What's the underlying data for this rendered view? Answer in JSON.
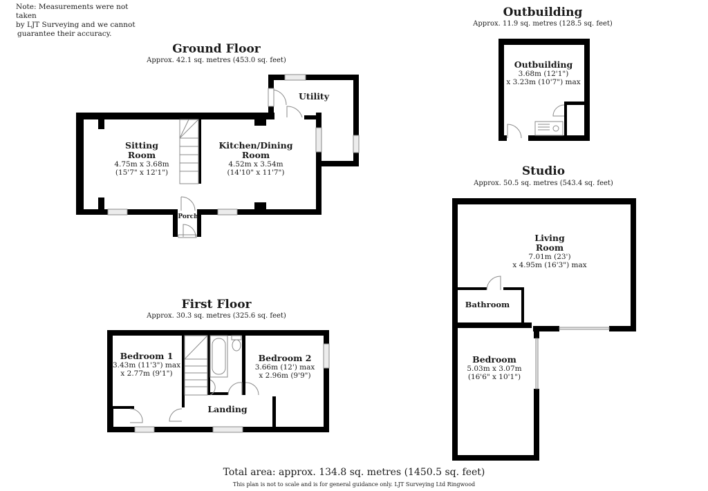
{
  "note": {
    "lines": [
      "Note: Measurements were not taken",
      "by LJT Surveying and we cannot",
      "guarantee their accuracy."
    ]
  },
  "ground_floor": {
    "title": "Ground Floor",
    "area": "Approx. 42.1 sq. metres (453.0 sq. feet)",
    "rooms": [
      {
        "name_lines": [
          "Sitting",
          "Room"
        ],
        "dims": [
          "4.75m x 3.68m",
          "(15'7\" x 12'1\")"
        ]
      },
      {
        "name_lines": [
          "Kitchen/Dining",
          "Room"
        ],
        "dims": [
          "4.52m x 3.54m",
          "(14'10\" x 11'7\")"
        ]
      },
      {
        "name_lines": [
          "Utility"
        ],
        "dims": []
      },
      {
        "name_lines": [
          "Porch"
        ],
        "dims": []
      }
    ]
  },
  "first_floor": {
    "title": "First Floor",
    "area": "Approx. 30.3 sq. metres (325.6 sq. feet)",
    "rooms": [
      {
        "name_lines": [
          "Bedroom 1"
        ],
        "dims": [
          "3.43m (11'3\") max",
          "x 2.77m (9'1\")"
        ]
      },
      {
        "name_lines": [
          "Bedroom 2"
        ],
        "dims": [
          "3.66m (12') max",
          "x 2.96m (9'9\")"
        ]
      },
      {
        "name_lines": [
          "Landing"
        ],
        "dims": []
      }
    ]
  },
  "outbuilding": {
    "title": "Outbuilding",
    "area": "Approx. 11.9 sq. metres (128.5 sq. feet)",
    "rooms": [
      {
        "name_lines": [
          "Outbuilding"
        ],
        "dims": [
          "3.68m (12'1\")",
          "x 3.23m (10'7\") max"
        ]
      }
    ]
  },
  "studio": {
    "title": "Studio",
    "area": "Approx. 50.5 sq. metres (543.4 sq. feet)",
    "rooms": [
      {
        "name_lines": [
          "Living",
          "Room"
        ],
        "dims": [
          "7.01m (23')",
          "x 4.95m (16'3\") max"
        ]
      },
      {
        "name_lines": [
          "Bathroom"
        ],
        "dims": []
      },
      {
        "name_lines": [
          "Bedroom"
        ],
        "dims": [
          "5.03m x 3.07m",
          "(16'6\" x 10'1\")"
        ]
      }
    ]
  },
  "footer": {
    "total": "Total area: approx. 134.8 sq. metres (1450.5 sq. feet)",
    "disclaimer": "This plan is not to scale and is for general guidance only. LJT Surveying Ltd Ringwood"
  },
  "colors": {
    "wall": "#000000",
    "background": "#ffffff",
    "fixture_line": "#9a9a9a",
    "window_fill": "#e8e8e8"
  }
}
